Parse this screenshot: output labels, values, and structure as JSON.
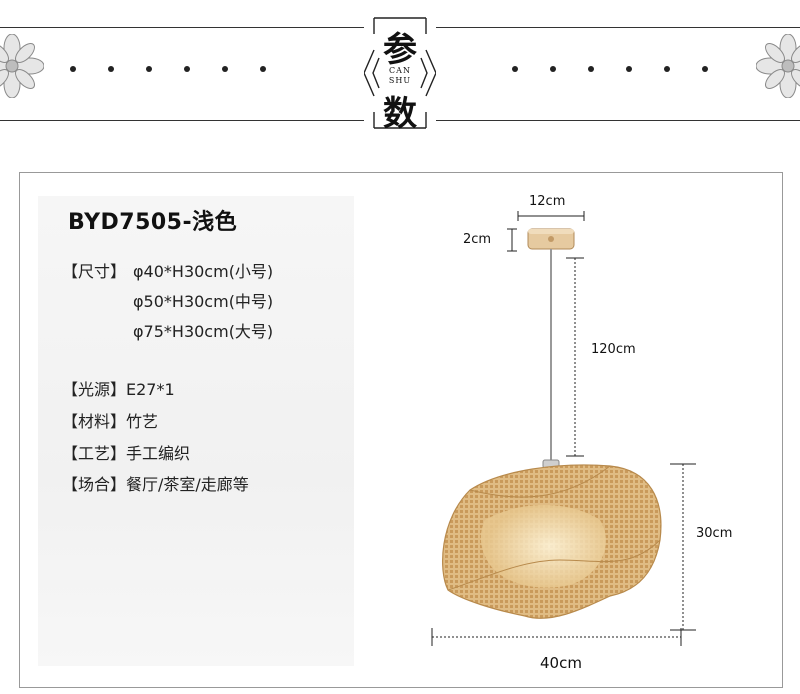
{
  "header": {
    "title_top": "参",
    "title_bottom": "数",
    "subtitle_line1": "CAN",
    "subtitle_line2": "SHU"
  },
  "product": {
    "title": "BYD7505-浅色",
    "size_label": "【尺寸】",
    "sizes": [
      "φ40*H30cm(小号)",
      "φ50*H30cm(中号)",
      "φ75*H30cm(大号)"
    ],
    "light_source": "【光源】E27*1",
    "material": "【材料】竹艺",
    "craft": "【工艺】手工编织",
    "usage": "【场合】餐厅/茶室/走廊等"
  },
  "dimensions": {
    "canopy_width": "12cm",
    "canopy_height": "2cm",
    "cord_length": "120cm",
    "shade_height": "30cm",
    "shade_width": "40cm"
  },
  "colors": {
    "bamboo": "#d9b27a",
    "bamboo_dark": "#b98a4e",
    "wood": "#e3c79c",
    "line": "#333333"
  }
}
